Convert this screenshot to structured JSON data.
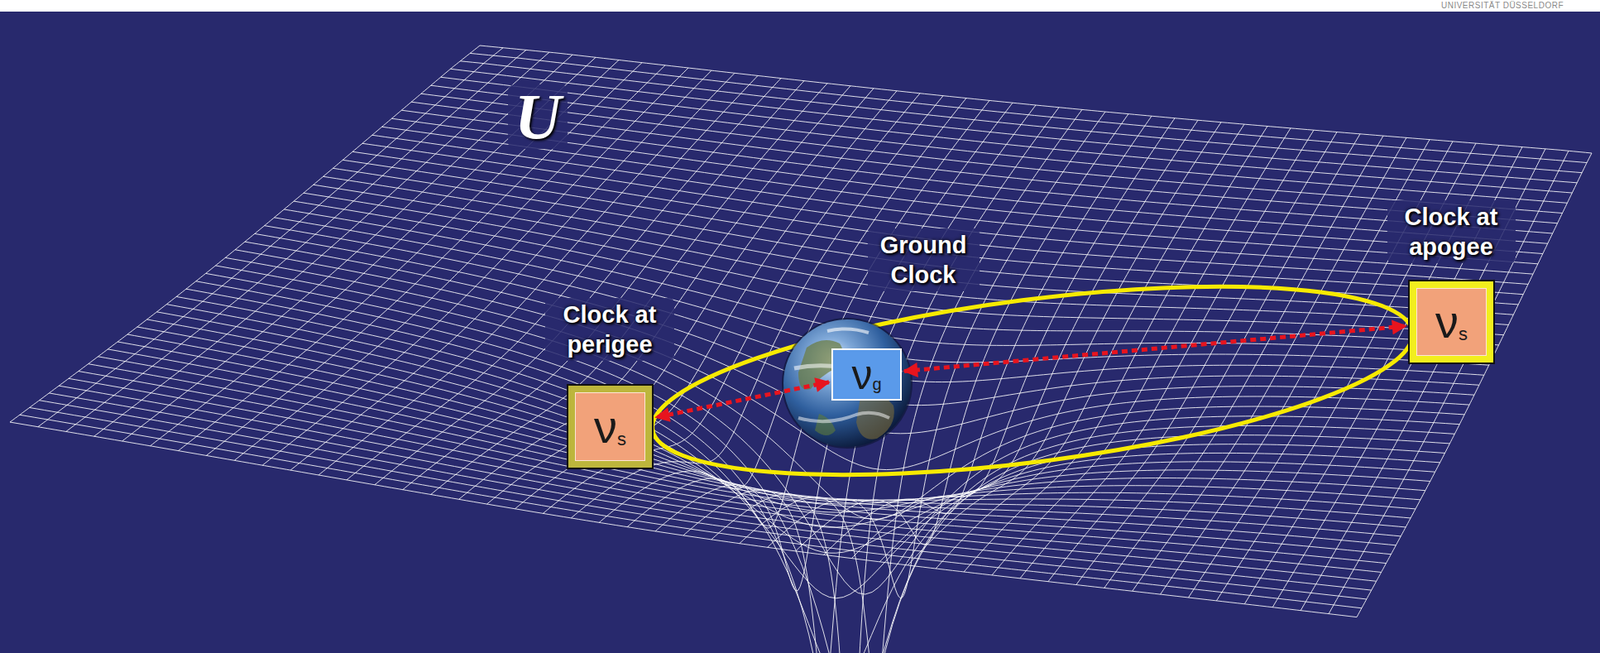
{
  "diagram": {
    "nodes": [
      {
        "text": [
          "Clock at perigee",
          "ν",
          "s"
        ]
      },
      {
        "text": [
          "Ground Clock",
          "ν",
          "g"
        ]
      },
      {
        "text": [
          "Clock at apogee",
          "ν",
          "s"
        ]
      }
    ],
    "edges": [
      {
        "from": 1,
        "to": 0,
        "arrow": "both"
      },
      {
        "from": 1,
        "to": 2,
        "arrow": "both"
      }
    ],
    "labels": [
      "U",
      "UNIVERSITÄT DÜSSELDORF"
    ]
  }
}
